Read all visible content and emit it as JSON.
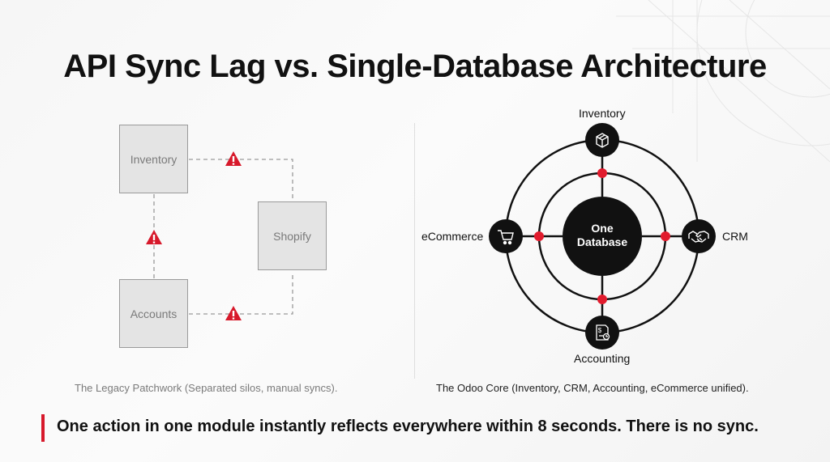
{
  "title": "API Sync Lag vs. Single-Database Architecture",
  "legacy": {
    "boxes": {
      "inventory": "Inventory",
      "shopify": "Shopify",
      "accounts": "Accounts"
    },
    "caption": "The Legacy Patchwork (Separated silos, manual syncs)."
  },
  "odoo": {
    "core_line1": "One",
    "core_line2": "Database",
    "nodes": {
      "top": "Inventory",
      "right": "CRM",
      "bottom": "Accounting",
      "left": "eCommerce"
    },
    "caption": "The Odoo Core (Inventory, CRM, Accounting, eCommerce unified)."
  },
  "tagline": "One action in one module instantly reflects everywhere within 8 seconds. There is no sync.",
  "colors": {
    "accent": "#d7192b",
    "dark": "#111111",
    "silo_fill": "#e4e4e4"
  },
  "icons": [
    "warning-icon",
    "box-icon",
    "handshake-icon",
    "invoice-icon",
    "cart-icon"
  ]
}
